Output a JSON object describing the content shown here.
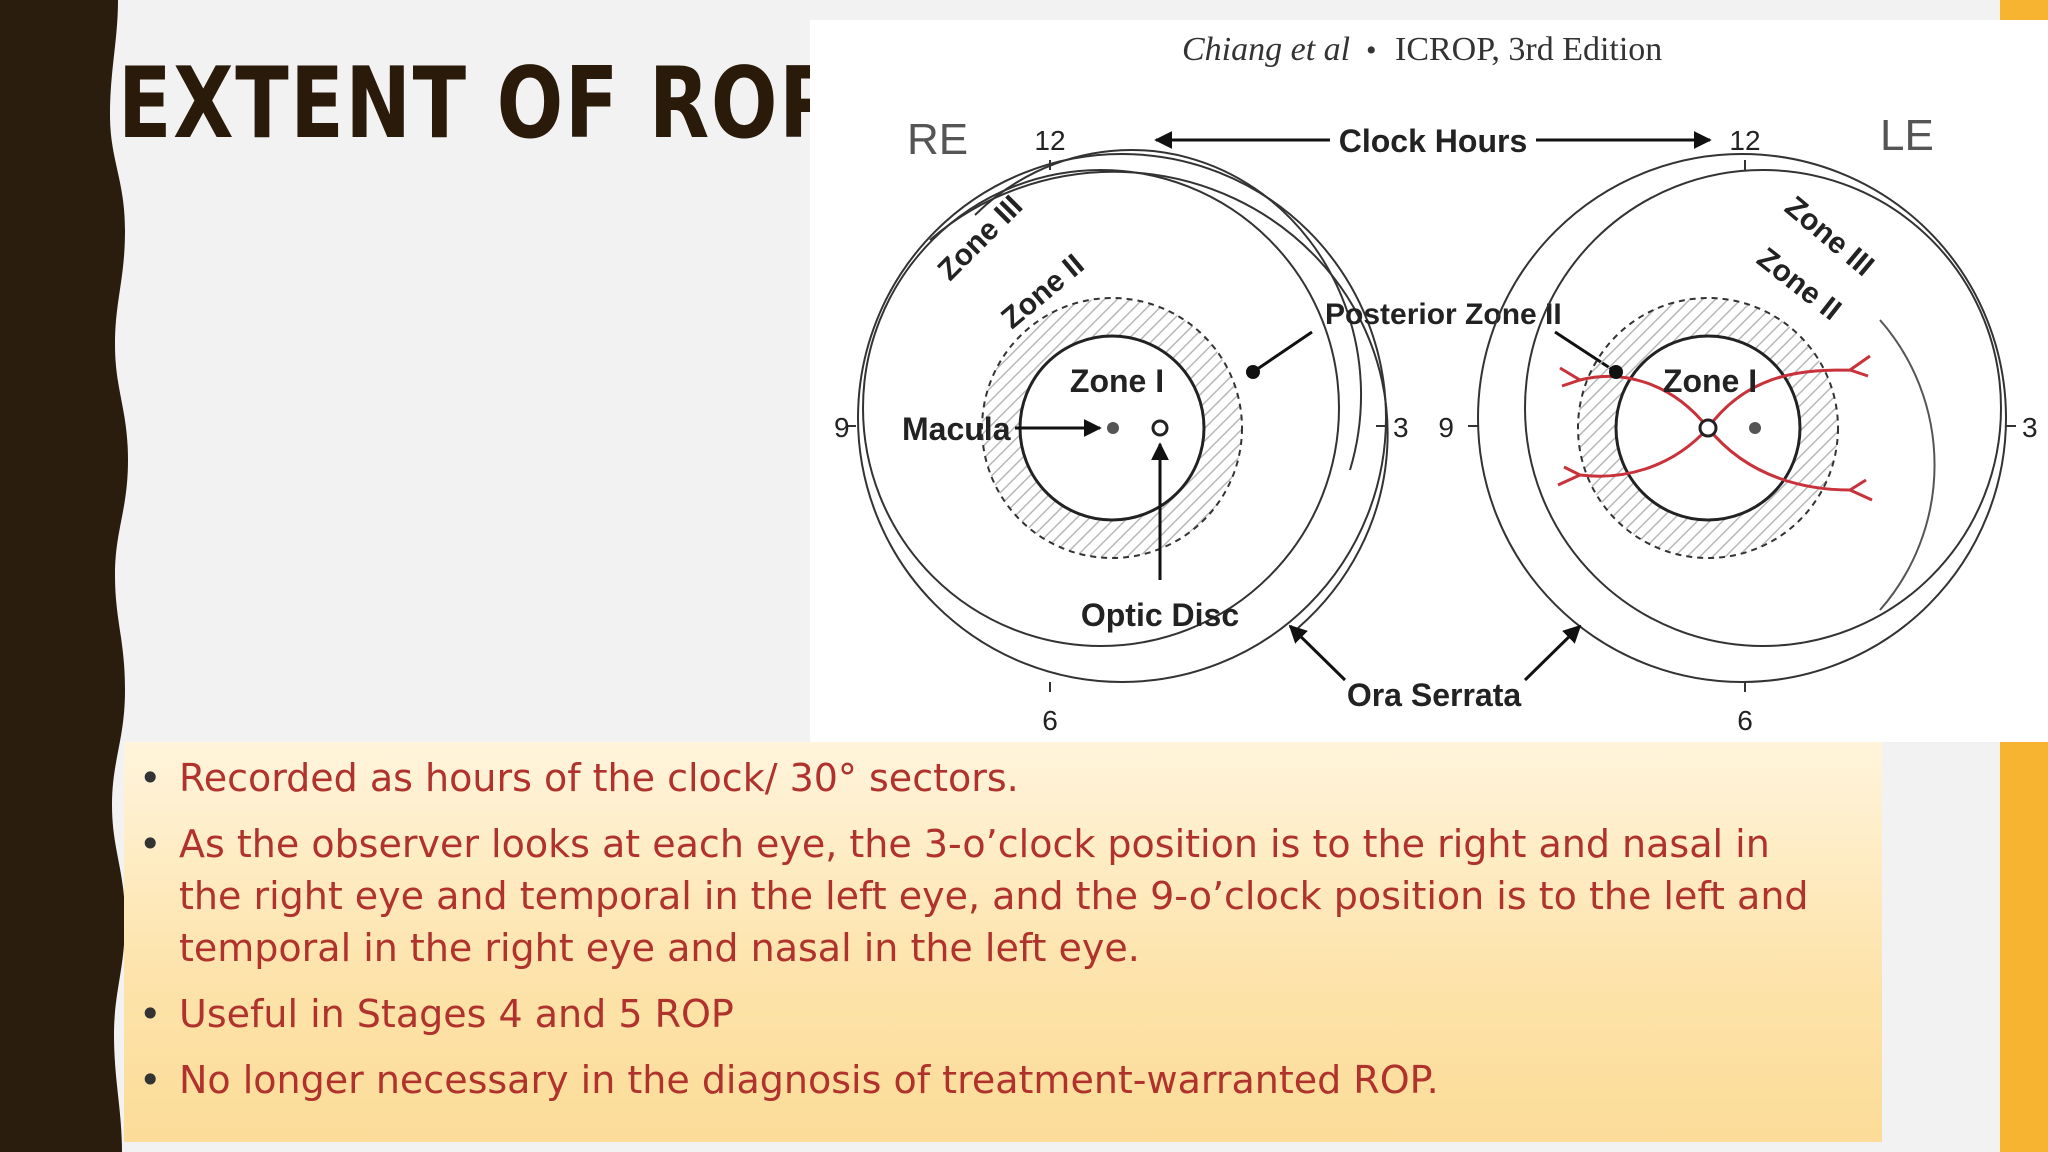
{
  "slide": {
    "title": "EXTENT OF ROP",
    "bullets": [
      "Recorded as hours of the clock/ 30° sectors.",
      "As the observer looks at each eye, the 3-o’clock position is to the right and nasal in the right eye and temporal in the left eye, and the 9-o’clock position is to the left and temporal in the right eye and nasal in the left eye.",
      "Useful in Stages 4 and 5 ROP",
      "No longer necessary in the diagnosis of treatment-warranted ROP."
    ]
  },
  "figure": {
    "credit_author": "Chiang et al",
    "credit_separator": "•",
    "credit_source": "ICROP, 3rd Edition",
    "clock_hours": "Clock Hours",
    "right_eye": "RE",
    "left_eye": "LE",
    "hours": {
      "top": "12",
      "bottom": "6",
      "left": "9",
      "right": "3"
    },
    "labels": {
      "zone_i": "Zone I",
      "zone_ii": "Zone II",
      "zone_iii": "Zone III",
      "posterior_zone_ii": "Posterior Zone II",
      "macula": "Macula",
      "optic_disc": "Optic Disc",
      "ora_serrata": "Ora Serrata"
    }
  },
  "colors": {
    "title": "#2a1a0a",
    "left_band": "#2b1d0e",
    "accent": "#f6b430",
    "bullet_text": "#b0322c",
    "vessels": "#c8323a"
  }
}
